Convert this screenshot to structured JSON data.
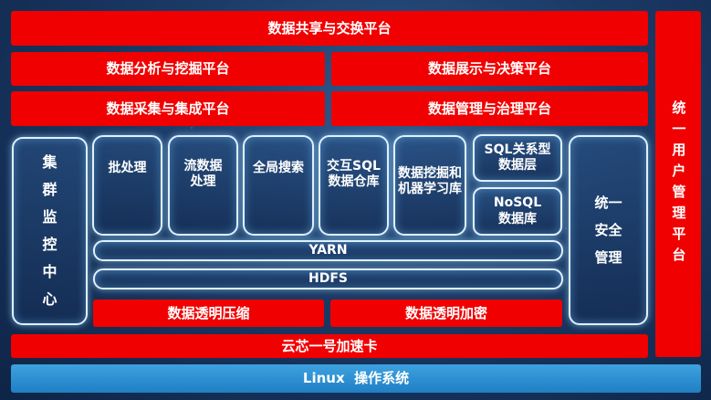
{
  "labels": {
    "sharing_platform": "数据共享与交换平台",
    "analysis_platform": "数据分析与挖掘平台",
    "display_platform": "数据展示与决策平台",
    "collection_platform": "数据采集与集成平台",
    "governance_platform": "数据管理与治理平台",
    "cluster_monitor": "集群监控中心",
    "batch": "批处理",
    "streaming": "流数据处理",
    "search": "全局搜索",
    "sql_warehouse": "交互SQL数据仓库",
    "mining_ml": "数据挖掘和机器学习库",
    "sql_relational": "SQL关系型数据层",
    "nosql": "NoSQL数据库",
    "yarn": "YARN",
    "hdfs": "HDFS",
    "security": "统一安全管理",
    "compression": "数据透明压缩",
    "encryption": "数据透明加密",
    "accelerator": "云芯一号加速卡",
    "user_mgmt": "统一用户管理平台",
    "os": "Linux  操作系统"
  },
  "colors": {
    "red": "#f00000",
    "blue": "#2a8fd4",
    "glass_border": "#dff0ff"
  }
}
